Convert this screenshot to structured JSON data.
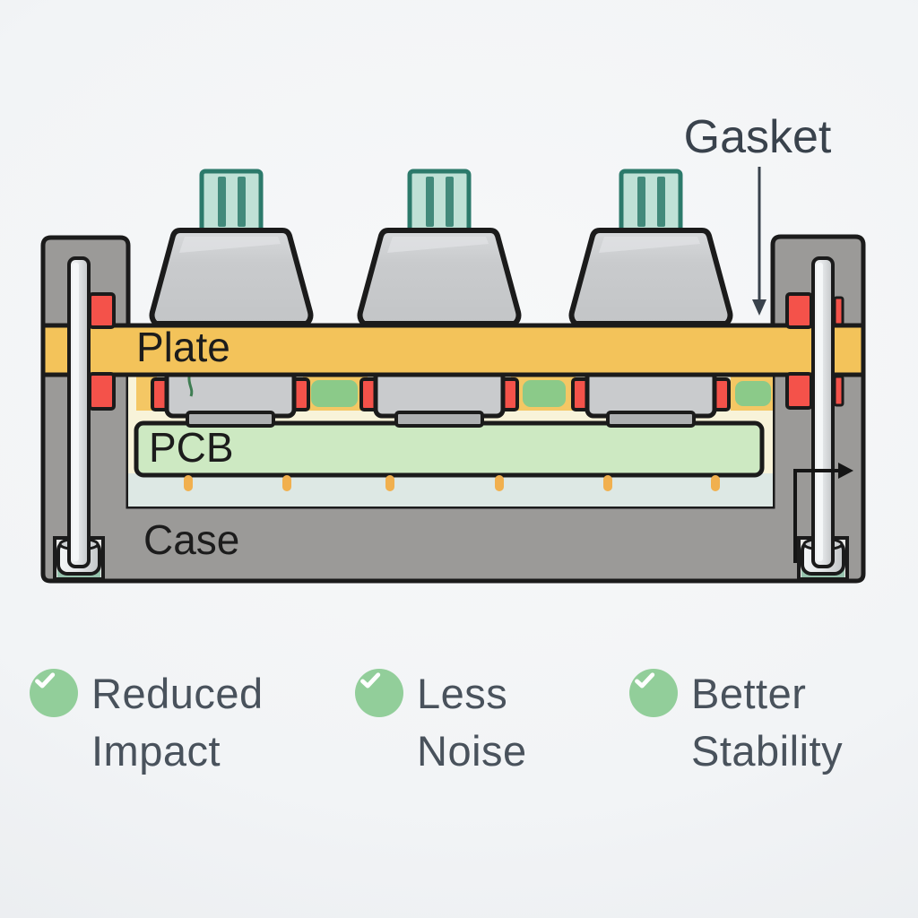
{
  "diagram": {
    "layer_labels": {
      "plate": "Plate",
      "pcb": "PCB",
      "case": "Case"
    },
    "annotation": {
      "gasket_label": "Gasket"
    }
  },
  "benefits": [
    {
      "line1": "Reduced",
      "line2": "Impact"
    },
    {
      "line1": "Less",
      "line2": "Noise"
    },
    {
      "line1": "Better",
      "line2": "Stability"
    }
  ],
  "colors": {
    "c-outline": "#1b1b1b",
    "c-case": "#9b9a98",
    "c-plate": "#f3c35a",
    "c-pcb": "#cde9c2",
    "c-cavity": "#f8f3d9",
    "c-foam": "#dde8e4",
    "c-switch": "#c9cbcd",
    "c-stem": "#bfe1d6",
    "c-stem-dark": "#2c7a6b",
    "c-red": "#f4524a",
    "c-pad": "#8bca89",
    "c-solder": "#f1b04e",
    "c-check": "#92ce9a",
    "c-text": "#49525c",
    "c-annot": "#39424c"
  }
}
